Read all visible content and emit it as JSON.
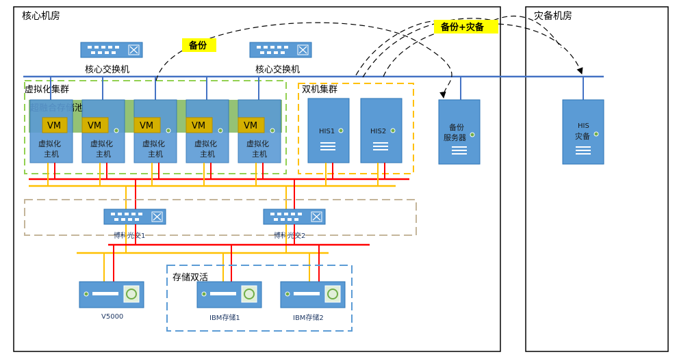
{
  "rooms": {
    "core": "核心机房",
    "dr": "灾备机房"
  },
  "core_switches": [
    "核心交换机",
    "核心交换机"
  ],
  "callouts": {
    "backup": "备份",
    "backup_dr": "备份+灾备"
  },
  "groups": {
    "virtualization": "虚拟化集群",
    "hci_pool": "超融合存储池",
    "dual_cluster": "双机集群",
    "storage_active": "存储双活"
  },
  "vm_label": "VM",
  "virt_hosts": [
    {
      "line1": "虚拟化",
      "line2": "主机"
    },
    {
      "line1": "虚拟化",
      "line2": "主机"
    },
    {
      "line1": "虚拟化",
      "line2": "主机"
    },
    {
      "line1": "虚拟化",
      "line2": "主机"
    },
    {
      "line1": "虚拟化",
      "line2": "主机"
    }
  ],
  "his_servers": [
    "HIS1",
    "HIS2"
  ],
  "backup_server": {
    "line1": "备份",
    "line2": "服务器"
  },
  "dr_server": {
    "line1": "HIS",
    "line2": "灾备"
  },
  "fc_switches": [
    "博科光交1",
    "博科光交2"
  ],
  "storage": [
    "V5000",
    "IBM存储1",
    "IBM存储2"
  ],
  "colors": {
    "device_blue": "#5b9bd5",
    "net_blue": "#4472c4",
    "fc_red": "#ff0000",
    "fc_yellow": "#ffc000",
    "green_dash": "#92d050",
    "orange_dash": "#ffc000",
    "tan_dash": "#c4b59a",
    "blue_dash": "#5b9bd5",
    "callout_yellow": "#ffff00",
    "pool_green": "#70ad47",
    "vm_gold": "#d4b000"
  }
}
